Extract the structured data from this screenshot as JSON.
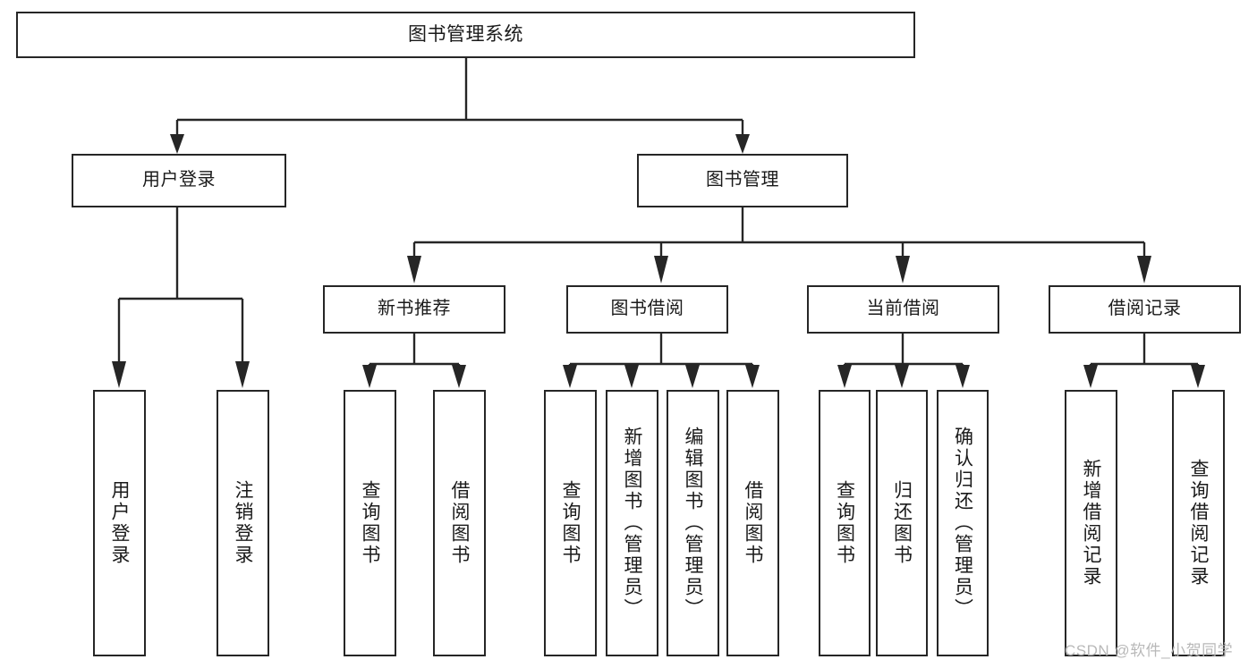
{
  "diagram": {
    "title": "图书管理系统",
    "type": "tree-hierarchy-chart",
    "root": {
      "id": "root",
      "label": "图书管理系统"
    },
    "level1": [
      {
        "id": "user-login",
        "label": "用户登录"
      },
      {
        "id": "book-manage",
        "label": "图书管理"
      }
    ],
    "level2": [
      {
        "id": "new-book-recommend",
        "label": "新书推荐",
        "parent": "book-manage"
      },
      {
        "id": "book-borrow",
        "label": "图书借阅",
        "parent": "book-manage"
      },
      {
        "id": "current-borrow",
        "label": "当前借阅",
        "parent": "book-manage"
      },
      {
        "id": "borrow-record",
        "label": "借阅记录",
        "parent": "book-manage"
      }
    ],
    "leaves": [
      {
        "id": "leaf-user-login",
        "label": "用户登录",
        "parent": "user-login"
      },
      {
        "id": "leaf-logout-login",
        "label": "注销登录",
        "parent": "user-login"
      },
      {
        "id": "leaf-query-book-1",
        "label": "查询图书",
        "parent": "new-book-recommend"
      },
      {
        "id": "leaf-borrow-book-1",
        "label": "借阅图书",
        "parent": "new-book-recommend"
      },
      {
        "id": "leaf-query-book-2",
        "label": "查询图书",
        "parent": "book-borrow"
      },
      {
        "id": "leaf-add-book",
        "label": "新增图书（管理员）",
        "parent": "book-borrow"
      },
      {
        "id": "leaf-edit-book",
        "label": "编辑图书（管理员）",
        "parent": "book-borrow"
      },
      {
        "id": "leaf-borrow-book-2",
        "label": "借阅图书",
        "parent": "book-borrow"
      },
      {
        "id": "leaf-query-book-3",
        "label": "查询图书",
        "parent": "current-borrow"
      },
      {
        "id": "leaf-return-book",
        "label": "归还图书",
        "parent": "current-borrow"
      },
      {
        "id": "leaf-confirm-return",
        "label": "确认归还（管理员）",
        "parent": "current-borrow"
      },
      {
        "id": "leaf-add-record",
        "label": "新增借阅记录",
        "parent": "borrow-record"
      },
      {
        "id": "leaf-query-record",
        "label": "查询借阅记录",
        "parent": "borrow-record"
      }
    ]
  },
  "watermark": {
    "text": "CSDN @软件_小贺同学"
  },
  "colors": {
    "stroke": "#262626",
    "node_fill": "#ffffff",
    "text": "#1a1a1a",
    "watermark": "#b8b8b8",
    "background": "#ffffff"
  }
}
